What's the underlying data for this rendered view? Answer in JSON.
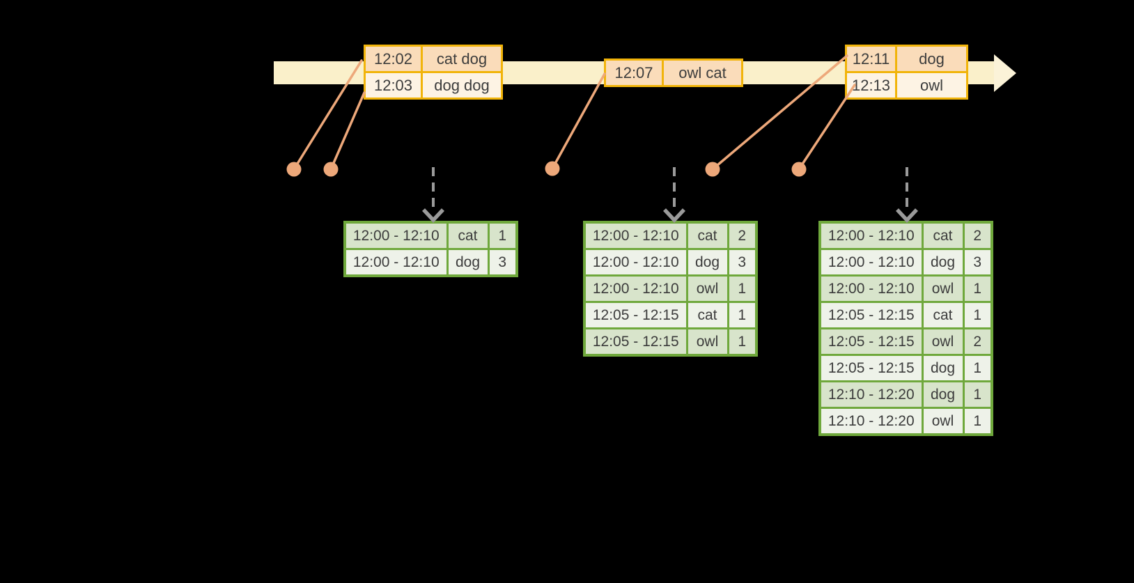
{
  "palette": {
    "background": "#000000",
    "timeline_band": "#FAF0CA",
    "timeline_head": "#FBF3D8",
    "event_border": "#F1B40A",
    "event_row_dark": "#FADCBA",
    "event_row_light": "#FDF3E4",
    "connector": "#EDA87A",
    "trigger_arrow": "#9A9A9A",
    "result_border": "#6FA83C",
    "result_row_dark": "#D8E4CB",
    "result_row_light": "#EEF2E9",
    "cell_text": "#3C3C3C"
  },
  "timeline": {
    "event_tables": [
      {
        "rows": [
          {
            "time": "12:02",
            "words": "cat dog"
          },
          {
            "time": "12:03",
            "words": "dog dog"
          }
        ]
      },
      {
        "rows": [
          {
            "time": "12:07",
            "words": "owl cat"
          }
        ]
      },
      {
        "rows": [
          {
            "time": "12:11",
            "words": "dog"
          },
          {
            "time": "12:13",
            "words": "owl"
          }
        ]
      }
    ]
  },
  "result_tables": [
    {
      "rows": [
        {
          "window": "12:00 - 12:10",
          "word": "cat",
          "count": "1"
        },
        {
          "window": "12:00 - 12:10",
          "word": "dog",
          "count": "3"
        }
      ]
    },
    {
      "rows": [
        {
          "window": "12:00 - 12:10",
          "word": "cat",
          "count": "2"
        },
        {
          "window": "12:00 - 12:10",
          "word": "dog",
          "count": "3"
        },
        {
          "window": "12:00 - 12:10",
          "word": "owl",
          "count": "1"
        },
        {
          "window": "12:05 - 12:15",
          "word": "cat",
          "count": "1"
        },
        {
          "window": "12:05 - 12:15",
          "word": "owl",
          "count": "1"
        }
      ]
    },
    {
      "rows": [
        {
          "window": "12:00 - 12:10",
          "word": "cat",
          "count": "2"
        },
        {
          "window": "12:00 - 12:10",
          "word": "dog",
          "count": "3"
        },
        {
          "window": "12:00 - 12:10",
          "word": "owl",
          "count": "1"
        },
        {
          "window": "12:05 - 12:15",
          "word": "cat",
          "count": "1"
        },
        {
          "window": "12:05 - 12:15",
          "word": "owl",
          "count": "2"
        },
        {
          "window": "12:05 - 12:15",
          "word": "dog",
          "count": "1"
        },
        {
          "window": "12:10 - 12:20",
          "word": "dog",
          "count": "1"
        },
        {
          "window": "12:10 - 12:20",
          "word": "owl",
          "count": "1"
        }
      ]
    }
  ]
}
